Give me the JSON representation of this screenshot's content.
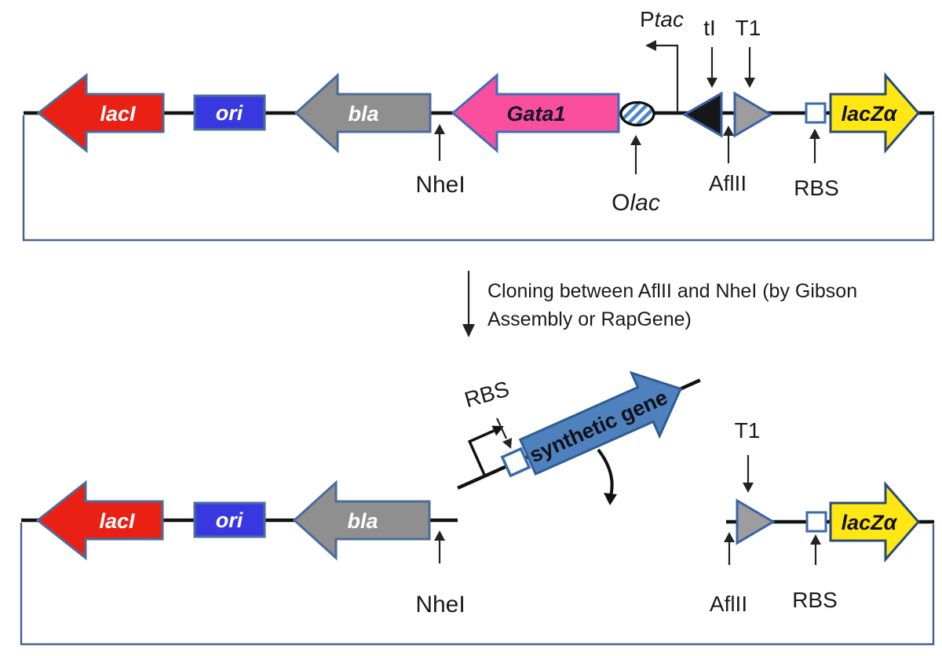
{
  "colors": {
    "backbone": "#111111",
    "plasmid_outline": "#44618e",
    "laci_fill": "#ea2015",
    "ori_fill": "#3838e0",
    "bla_fill": "#8f8f8f",
    "gata1_fill": "#fa4f9f",
    "gata1_border": "#3f6eb5",
    "gene_border": "#4a6b9c",
    "ti_fill": "#171717",
    "t1_fill": "#9d9d9d",
    "terminator_border": "#3a62a4",
    "laczalpha_fill": "#ffe713",
    "laczalpha_border": "#2a4a78",
    "synthetic_fill": "#4f81bd",
    "synthetic_border": "#2e5c94",
    "olac_hatch": "#4b86c8",
    "rbs_border": "#3a6aa8",
    "label_text": "#1a1a1a"
  },
  "top_plasmid": {
    "genes": {
      "laci": "lacI",
      "ori": "ori",
      "bla": "bla",
      "gata1": "Gata1",
      "laczalpha": "lacZα"
    },
    "labels": {
      "ptac_prefix": "P",
      "ptac_italic": "tac",
      "ti": "tI",
      "t1": "T1",
      "olac_prefix": "O",
      "olac_italic": "lac",
      "nhei": "NheI",
      "aflii": "AflII",
      "rbs": "RBS"
    }
  },
  "step_arrow": {
    "line1": "Cloning between AflII and NheI (by Gibson",
    "line2": "Assembly or RapGene)"
  },
  "insert": {
    "rbs": "RBS",
    "gene": "synthetic gene"
  },
  "bottom_plasmid": {
    "genes": {
      "laci": "lacI",
      "ori": "ori",
      "bla": "bla",
      "laczalpha": "lacZα"
    },
    "labels": {
      "nhei": "NheI",
      "t1": "T1",
      "aflii": "AflII",
      "rbs": "RBS"
    }
  }
}
